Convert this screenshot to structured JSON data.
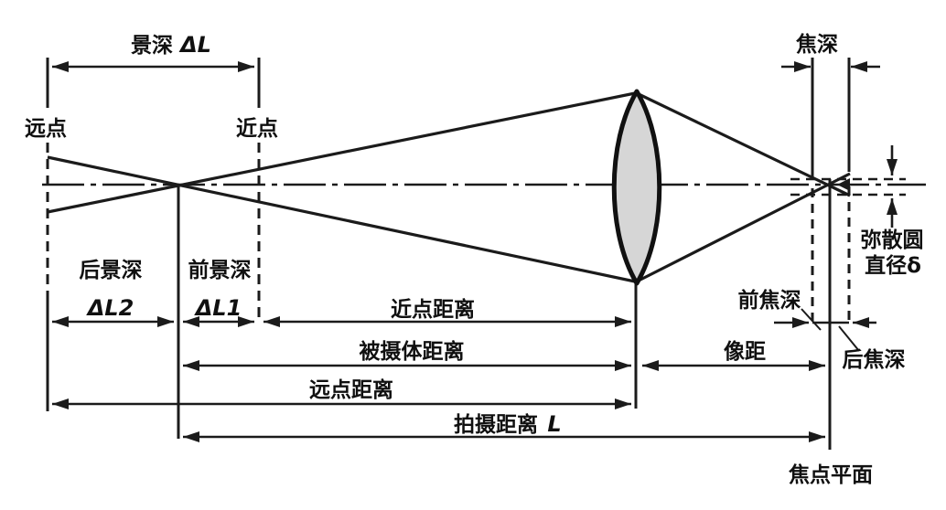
{
  "diagram": {
    "title": "depth-of-field-optics-diagram",
    "colors": {
      "line": "#1b1b1b",
      "lens_fill": "#d6d6d6",
      "background": "#ffffff",
      "text": "#101010"
    },
    "labels": {
      "dof": "景深",
      "dof_symbol": "ΔL",
      "far_point": "远点",
      "near_point": "近点",
      "focal_depth": "焦深",
      "coc_line1": "弥散圆",
      "coc_line2": "直径δ",
      "rear_dof": "后景深",
      "rear_dof_symbol": "ΔL2",
      "front_dof": "前景深",
      "front_dof_symbol": "ΔL1",
      "near_point_distance": "近点距离",
      "subject_distance": "被摄体距离",
      "far_point_distance": "远点距离",
      "shooting_distance": "拍摄距离",
      "shooting_distance_symbol": "L",
      "image_distance": "像距",
      "front_focal_depth": "前焦深",
      "rear_focal_depth": "后焦深",
      "focal_plane": "焦点平面"
    }
  }
}
